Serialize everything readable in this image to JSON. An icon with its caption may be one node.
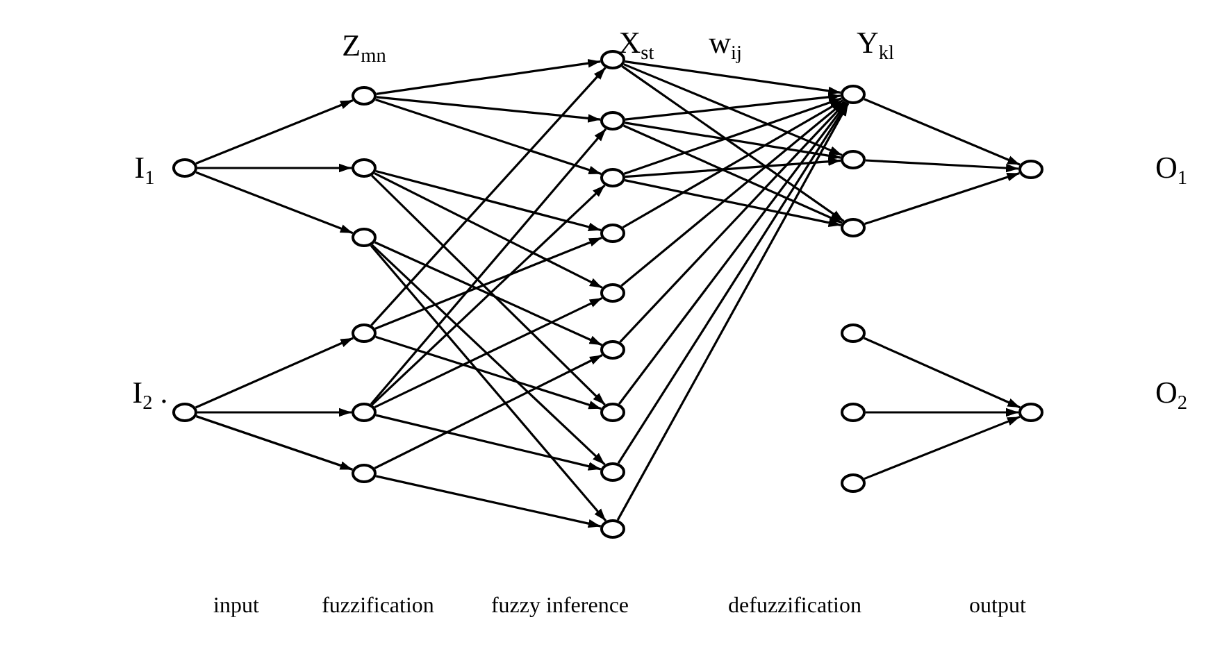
{
  "diagram": {
    "nodes": [
      {
        "text": [],
        "shape": "circle"
      },
      {
        "text": [],
        "shape": "circle"
      },
      {
        "text": [],
        "shape": "circle"
      },
      {
        "text": [],
        "shape": "circle"
      },
      {
        "text": [],
        "shape": "circle"
      },
      {
        "text": [],
        "shape": "circle"
      },
      {
        "text": [],
        "shape": "circle"
      },
      {
        "text": [],
        "shape": "circle"
      },
      {
        "text": [],
        "shape": "circle"
      },
      {
        "text": [],
        "shape": "circle"
      },
      {
        "text": [],
        "shape": "circle"
      },
      {
        "text": [],
        "shape": "circle"
      },
      {
        "text": [],
        "shape": "circle"
      },
      {
        "text": [],
        "shape": "circle"
      },
      {
        "text": [],
        "shape": "circle"
      },
      {
        "text": [],
        "shape": "circle"
      },
      {
        "text": [],
        "shape": "circle"
      },
      {
        "text": [],
        "shape": "circle"
      },
      {
        "text": [],
        "shape": "circle"
      },
      {
        "text": [],
        "shape": "circle"
      },
      {
        "text": [],
        "shape": "circle"
      },
      {
        "text": [],
        "shape": "circle"
      },
      {
        "text": [],
        "shape": "circle"
      },
      {
        "text": [],
        "shape": "circle"
      },
      {
        "text": [],
        "shape": "circle"
      }
    ],
    "edges": [
      {
        "from": 0,
        "to": 2,
        "arrow": "to"
      },
      {
        "from": 0,
        "to": 3,
        "arrow": "to"
      },
      {
        "from": 0,
        "to": 4,
        "arrow": "to"
      },
      {
        "from": 1,
        "to": 5,
        "arrow": "to"
      },
      {
        "from": 1,
        "to": 6,
        "arrow": "to"
      },
      {
        "from": 1,
        "to": 7,
        "arrow": "to"
      },
      {
        "from": 2,
        "to": 8,
        "arrow": "to"
      },
      {
        "from": 2,
        "to": 9,
        "arrow": "to"
      },
      {
        "from": 2,
        "to": 10,
        "arrow": "to"
      },
      {
        "from": 3,
        "to": 11,
        "arrow": "to"
      },
      {
        "from": 3,
        "to": 12,
        "arrow": "to"
      },
      {
        "from": 3,
        "to": 14,
        "arrow": "to"
      },
      {
        "from": 4,
        "to": 13,
        "arrow": "to"
      },
      {
        "from": 4,
        "to": 15,
        "arrow": "to"
      },
      {
        "from": 4,
        "to": 16,
        "arrow": "to"
      },
      {
        "from": 5,
        "to": 8,
        "arrow": "to"
      },
      {
        "from": 5,
        "to": 11,
        "arrow": "to"
      },
      {
        "from": 5,
        "to": 14,
        "arrow": "to"
      },
      {
        "from": 6,
        "to": 9,
        "arrow": "to"
      },
      {
        "from": 6,
        "to": 10,
        "arrow": "to"
      },
      {
        "from": 6,
        "to": 12,
        "arrow": "to"
      },
      {
        "from": 6,
        "to": 15,
        "arrow": "to"
      },
      {
        "from": 7,
        "to": 13,
        "arrow": "to"
      },
      {
        "from": 7,
        "to": 16,
        "arrow": "to"
      },
      {
        "from": 8,
        "to": 17,
        "arrow": "to"
      },
      {
        "from": 8,
        "to": 18,
        "arrow": "to"
      },
      {
        "from": 8,
        "to": 19,
        "arrow": "to"
      },
      {
        "from": 9,
        "to": 17,
        "arrow": "to"
      },
      {
        "from": 9,
        "to": 18,
        "arrow": "to"
      },
      {
        "from": 9,
        "to": 19,
        "arrow": "to"
      },
      {
        "from": 10,
        "to": 17,
        "arrow": "to"
      },
      {
        "from": 10,
        "to": 18,
        "arrow": "to"
      },
      {
        "from": 10,
        "to": 19,
        "arrow": "to"
      },
      {
        "from": 11,
        "to": 17,
        "arrow": "to"
      },
      {
        "from": 12,
        "to": 17,
        "arrow": "to"
      },
      {
        "from": 13,
        "to": 17,
        "arrow": "to"
      },
      {
        "from": 14,
        "to": 17,
        "arrow": "to"
      },
      {
        "from": 15,
        "to": 17,
        "arrow": "to"
      },
      {
        "from": 16,
        "to": 17,
        "arrow": "to"
      },
      {
        "from": 17,
        "to": 23,
        "arrow": "to"
      },
      {
        "from": 18,
        "to": 23,
        "arrow": "to"
      },
      {
        "from": 19,
        "to": 23,
        "arrow": "to"
      },
      {
        "from": 20,
        "to": 24,
        "arrow": "to"
      },
      {
        "from": 21,
        "to": 24,
        "arrow": "to"
      },
      {
        "from": 22,
        "to": 24,
        "arrow": "to"
      }
    ],
    "labels": [
      "Z$_{mn}$",
      "X$_{st}$",
      "w$_{ij}$",
      "Y$_{kl}$",
      "I$_{1}$",
      "O$_{1}$",
      "I$_{2}$ .",
      "O$_{2}$",
      "input",
      "fuzzification",
      "fuzzy inference",
      "defuzzification",
      "output"
    ]
  }
}
